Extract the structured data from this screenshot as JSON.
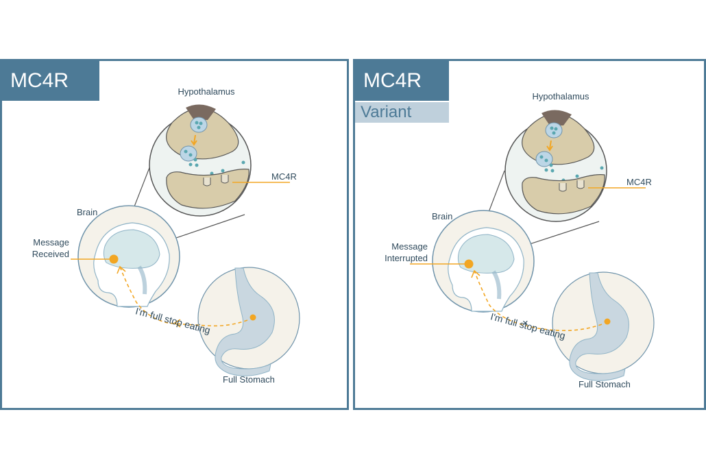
{
  "colors": {
    "border": "#4d7a96",
    "variant_bg": "#bfd0dc",
    "accent": "#f2a623",
    "circle_fill": "#f5f2ea",
    "tissue": "#d8ccaa",
    "organ": "#c9d7e0"
  },
  "panels": [
    {
      "title": "MC4R",
      "subtitle": "",
      "labels": {
        "hypothalamus": "Hypothalamus",
        "receptor": "MC4R",
        "brain": "Brain",
        "message_line1": "Message",
        "message_line2": "Received",
        "signal": "I'm full stop eating",
        "stomach": "Full Stomach"
      }
    },
    {
      "title": "MC4R",
      "subtitle": "Variant",
      "labels": {
        "hypothalamus": "Hypothalamus",
        "receptor": "MC4R",
        "brain": "Brain",
        "message_line1": "Message",
        "message_line2": "Interrupted",
        "signal": "I'm full stop eating",
        "stomach": "Full Stomach",
        "blocked_mark": "×"
      }
    }
  ]
}
